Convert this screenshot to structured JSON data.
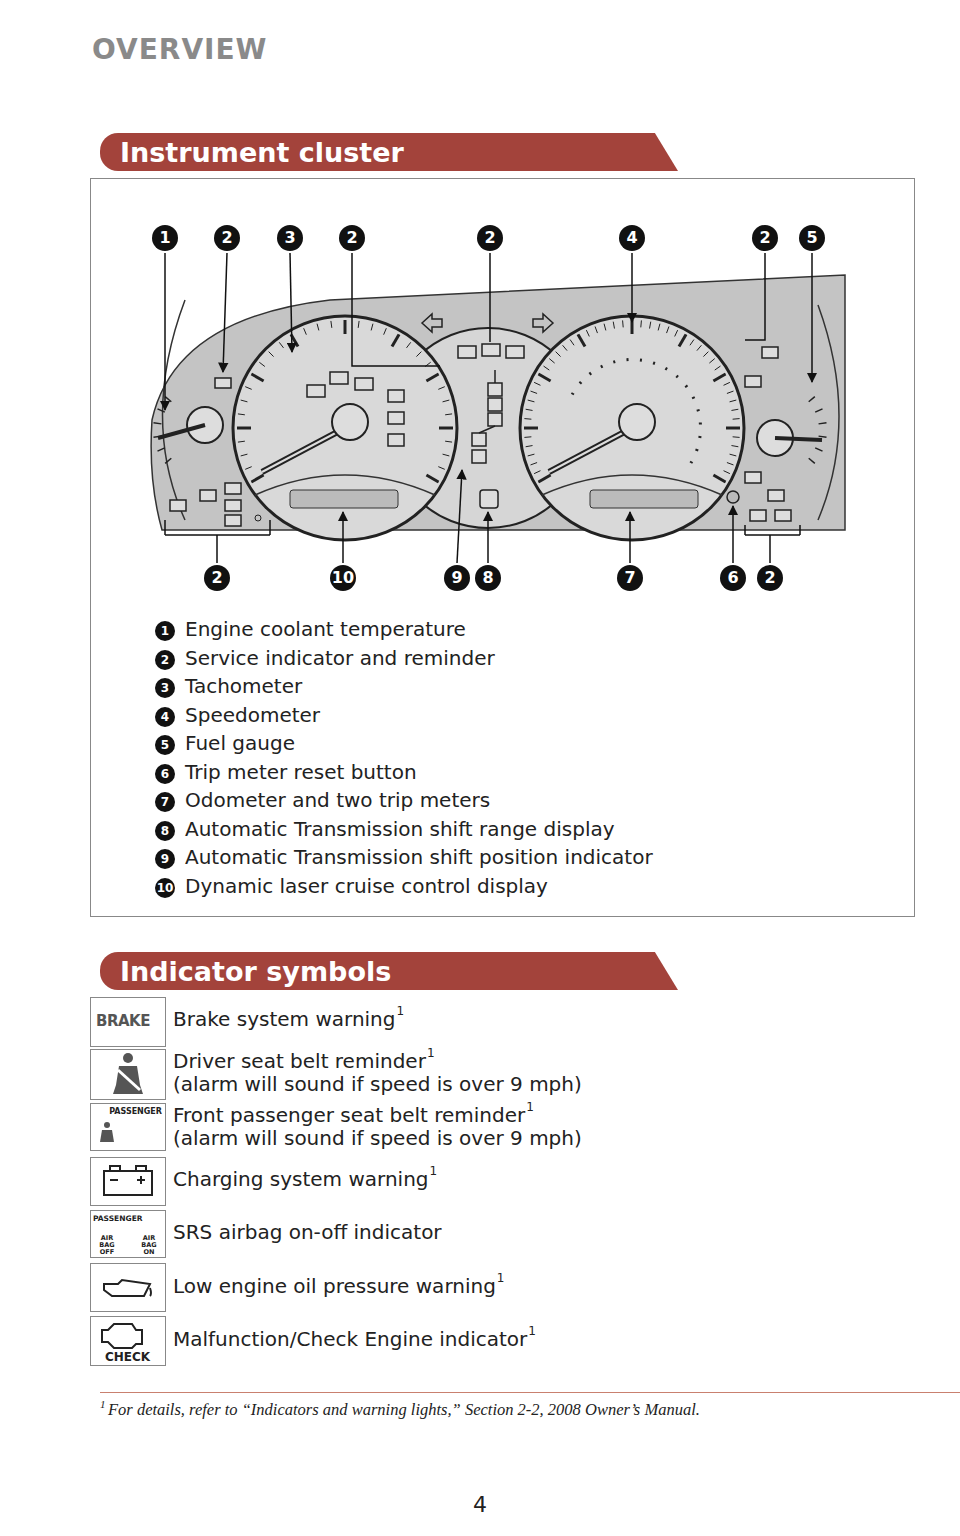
{
  "diagram": {
    "title": "OVERVIEW",
    "nodes": [
      {
        "text": [
          "Instrument cluster"
        ]
      },
      {
        "text": [
          "Indicator symbols"
        ]
      },
      {
        "text": [
          "BRAKE"
        ]
      },
      {
        "text": [
          "PASSENGER"
        ]
      },
      {
        "text": [
          "PASSENGER",
          "AIR BAG OFF",
          "AIR BAG ON"
        ]
      },
      {
        "text": [
          "CHECK"
        ]
      }
    ],
    "labels": [
      "1",
      "2",
      "3",
      "2",
      "2",
      "4",
      "2",
      "5",
      "2",
      "10",
      "9",
      "8",
      "7",
      "6",
      "2",
      "1",
      "Engine coolant temperature",
      "2",
      "Service indicator and reminder",
      "3",
      "Tachometer",
      "4",
      "Speedometer",
      "5",
      "Fuel gauge",
      "6",
      "Trip meter reset button",
      "7",
      "Odometer and two trip meters",
      "8",
      "Automatic Transmission shift range display",
      "9",
      "Automatic Transmission shift position indicator",
      "10",
      "Dynamic laser cruise control display",
      "Brake system warning",
      "1",
      "Driver seat belt reminder",
      "1",
      "(alarm will sound if speed is over 9 mph)",
      "Front passenger seat belt reminder",
      "1",
      "(alarm will sound if speed is over 9 mph)",
      "Charging system warning",
      "1",
      "SRS airbag on-off indicator",
      "Low engine oil pressure warning",
      "1",
      "Malfunction/Check Engine indicator",
      "1",
      "1",
      "For details, refer to “Indicators and warning lights,” Section 2-2, 2008 Owner’s Manual.",
      "4"
    ]
  }
}
